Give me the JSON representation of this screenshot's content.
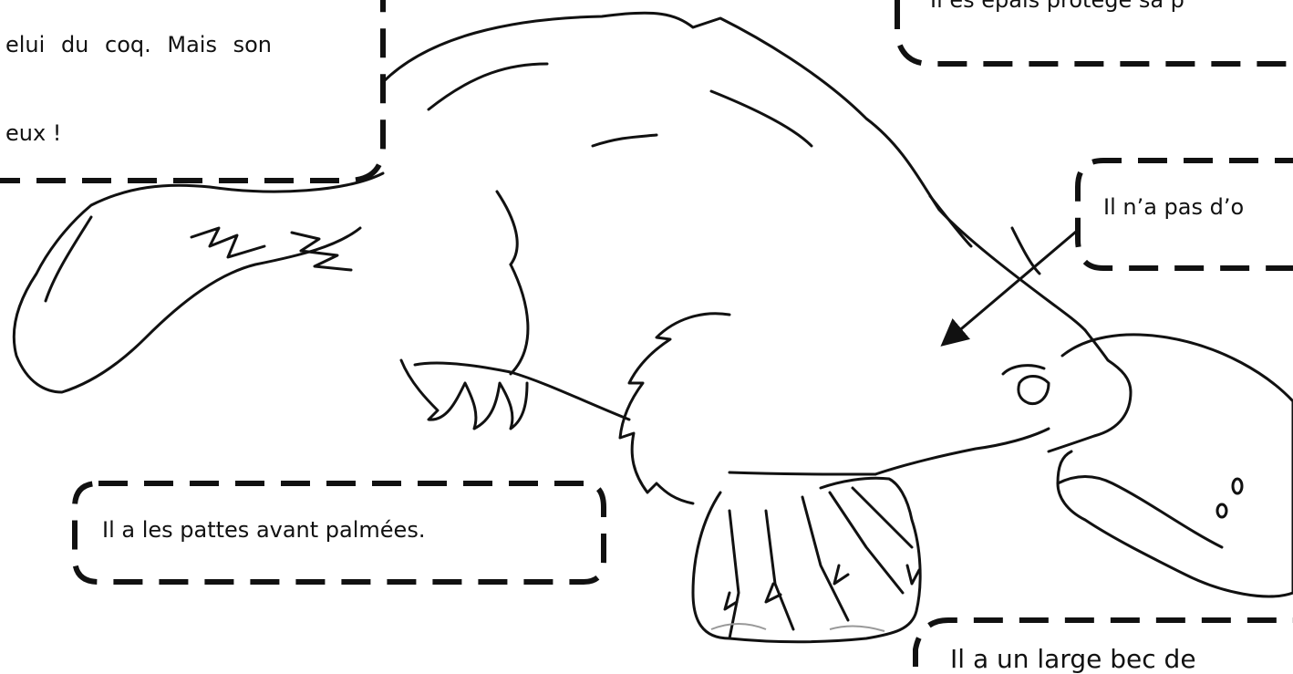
{
  "captions": {
    "top_left_line1": "elui du coq. Mais son",
    "top_left_line2": "eux !",
    "top_right": "Il es épais protège sa p",
    "right_middle": "Il n’a pas d’o",
    "bottom_left": "Il a les pattes avant palmées.",
    "bottom_right": "Il a un large bec de"
  },
  "illustration": {
    "subject": "platypus",
    "style": "black outline coloring page"
  },
  "colors": {
    "ink": "#111111",
    "background": "#ffffff",
    "claw_shade": "#999999"
  }
}
